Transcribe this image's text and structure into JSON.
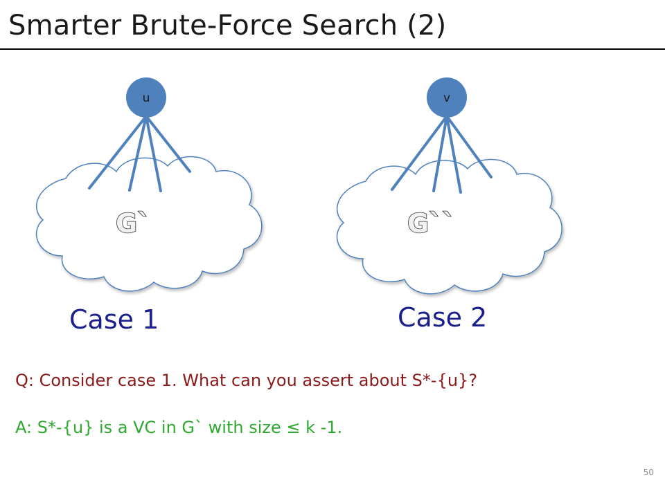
{
  "slide": {
    "title": "Smarter Brute-Force Search (2)",
    "page_number": "50"
  },
  "diagram": {
    "left": {
      "node": "u",
      "graph": "G`",
      "caption": "Case 1"
    },
    "right": {
      "node": "v",
      "graph": "G``",
      "caption": "Case 2"
    }
  },
  "qa": {
    "question": "Q: Consider case 1. What can you assert about S*-{u}?",
    "answer": "A: S*-{u} is a VC in G` with size ≤ k -1."
  },
  "colors": {
    "node_fill": "#4f81bd",
    "edge": "#4f81bd",
    "cloud_stroke": "#4f81bd",
    "case_text": "#1a1f8c",
    "question_text": "#8b1a1a",
    "answer_text": "#2ea82e"
  }
}
